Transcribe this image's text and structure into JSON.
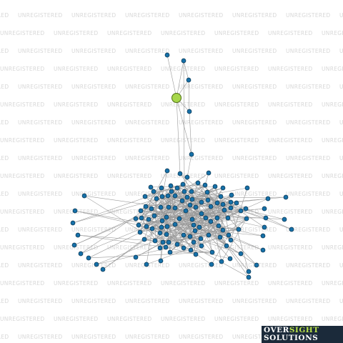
{
  "watermark": {
    "text": "UNREGISTERED"
  },
  "logo": {
    "word1a": "OVER",
    "word1b": "SIGHT",
    "word2": "SOLUTIONS"
  },
  "colors": {
    "node": "#1670a8",
    "focus_node": "#a6d64a",
    "edge": "#9a9a9a",
    "logo_bg": "#1b2a3a"
  },
  "graph": {
    "type": "network",
    "focus_node_count": 1,
    "node_count": 132
  }
}
